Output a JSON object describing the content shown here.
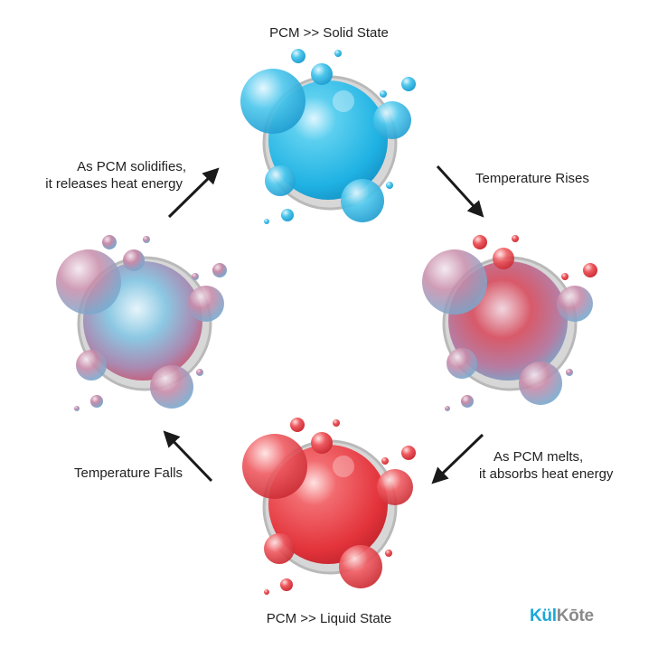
{
  "title_top": "PCM >> Solid State",
  "title_bottom": "PCM >> Liquid State",
  "label_right_top": "Temperature Rises",
  "label_right_bottom": [
    "As PCM melts,",
    "it absorbs heat energy"
  ],
  "label_left_top": [
    "As PCM solidifies,",
    "it releases heat energy"
  ],
  "label_left_bottom": "Temperature Falls",
  "logo": {
    "part1": "Kül",
    "part2": "Kōte"
  },
  "colors": {
    "solid": "#2fb8e6",
    "liquid": "#e8373f",
    "arrow": "#1a1a1a",
    "logo_blue": "#1ca7d8",
    "logo_gray": "#8a8a8a"
  },
  "states": [
    "solid-state",
    "melting-state",
    "liquid-state",
    "solidifying-state"
  ]
}
